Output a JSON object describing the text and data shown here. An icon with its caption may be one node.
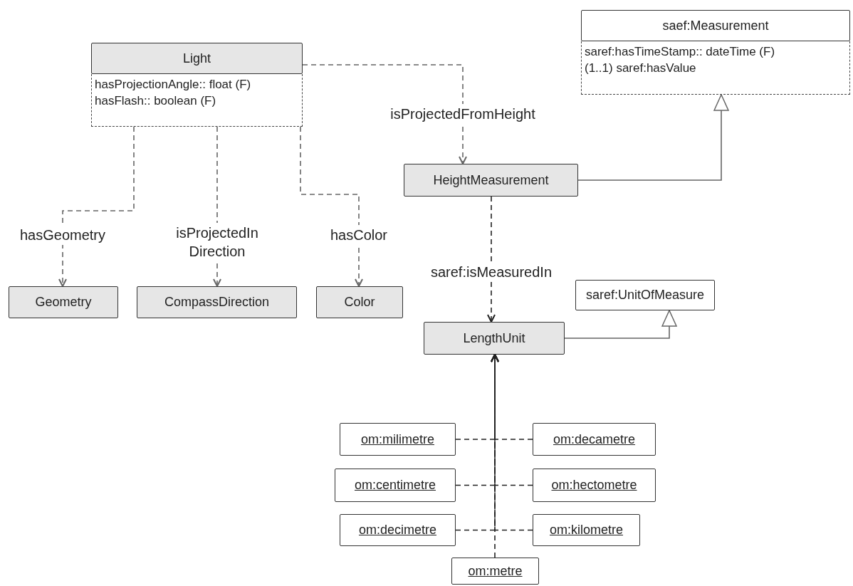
{
  "diagram": {
    "nodes": [
      {
        "text": [
          "Light",
          "hasProjectionAngle:: float (F)",
          "hasFlash:: boolean (F)"
        ]
      },
      {
        "text": [
          "saef:Measurement",
          "saref:hasTimeStamp:: dateTime (F)",
          "(1..1) saref:hasValue"
        ]
      },
      {
        "text": [
          "HeightMeasurement"
        ]
      },
      {
        "text": [
          "Geometry"
        ]
      },
      {
        "text": [
          "CompassDirection"
        ]
      },
      {
        "text": [
          "Color"
        ]
      },
      {
        "text": [
          "saref:UnitOfMeasure"
        ]
      },
      {
        "text": [
          "LengthUnit"
        ]
      },
      {
        "text": [
          "om:milimetre"
        ]
      },
      {
        "text": [
          "om:decametre"
        ]
      },
      {
        "text": [
          "om:centimetre"
        ]
      },
      {
        "text": [
          "om:hectometre"
        ]
      },
      {
        "text": [
          "om:decimetre"
        ]
      },
      {
        "text": [
          "om:kilometre"
        ]
      },
      {
        "text": [
          "om:metre"
        ]
      }
    ],
    "edges": [
      {
        "from": 0,
        "to": 2,
        "arrow": "to",
        "style": "dashed",
        "color": "#666666",
        "label": "isProjectedFromHeight"
      },
      {
        "from": 0,
        "to": 3,
        "arrow": "to",
        "style": "dashed",
        "color": "#666666",
        "label": "hasGeometry"
      },
      {
        "from": 0,
        "to": 4,
        "arrow": "to",
        "style": "dashed",
        "color": "#666666",
        "label": "isProjectedIn Direction"
      },
      {
        "from": 0,
        "to": 5,
        "arrow": "to",
        "style": "dashed",
        "color": "#666666",
        "label": "hasColor"
      },
      {
        "from": 2,
        "to": 1,
        "arrow": "to",
        "color": "#666666"
      },
      {
        "from": 2,
        "to": 7,
        "arrow": "to",
        "style": "dashed",
        "label": "saref:isMeasuredIn"
      },
      {
        "from": 7,
        "to": 6,
        "arrow": "to",
        "color": "#666666"
      },
      {
        "from": 8,
        "to": 7,
        "arrow": "to",
        "style": "dashed"
      },
      {
        "from": 9,
        "to": 7,
        "arrow": "to",
        "style": "dashed"
      },
      {
        "from": 10,
        "to": 7,
        "arrow": "to",
        "style": "dashed"
      },
      {
        "from": 11,
        "to": 7,
        "arrow": "to",
        "style": "dashed"
      },
      {
        "from": 12,
        "to": 7,
        "arrow": "to",
        "style": "dashed"
      },
      {
        "from": 13,
        "to": 7,
        "arrow": "to",
        "style": "dashed"
      },
      {
        "from": 14,
        "to": 7,
        "arrow": "to",
        "style": "dashed"
      }
    ]
  }
}
